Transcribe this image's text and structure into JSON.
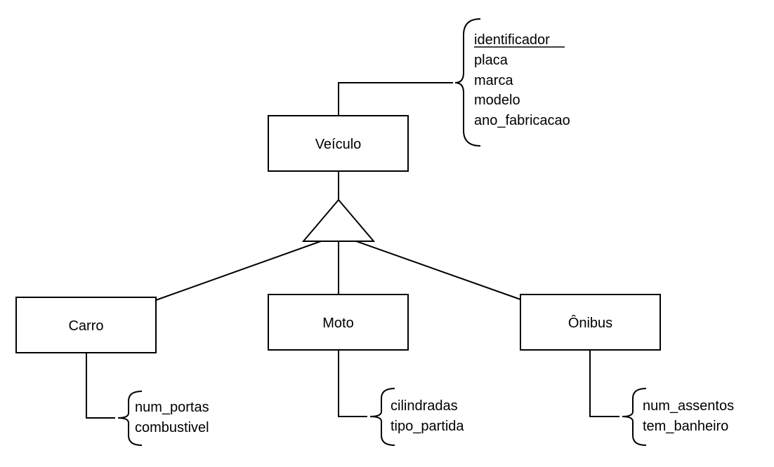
{
  "diagram": {
    "type": "ER specialization/generalization",
    "parent": {
      "name": "Veículo",
      "attributes": [
        {
          "name": "identificador",
          "key": true
        },
        {
          "name": "placa",
          "key": false
        },
        {
          "name": "marca",
          "key": false
        },
        {
          "name": "modelo",
          "key": false
        },
        {
          "name": "ano_fabricacao",
          "key": false
        }
      ]
    },
    "children": [
      {
        "name": "Carro",
        "attributes": [
          "num_portas",
          "combustivel"
        ]
      },
      {
        "name": "Moto",
        "attributes": [
          "cilindradas",
          "tipo_partida"
        ]
      },
      {
        "name": "Ônibus",
        "attributes": [
          "num_assentos",
          "tem_banheiro"
        ]
      }
    ]
  }
}
